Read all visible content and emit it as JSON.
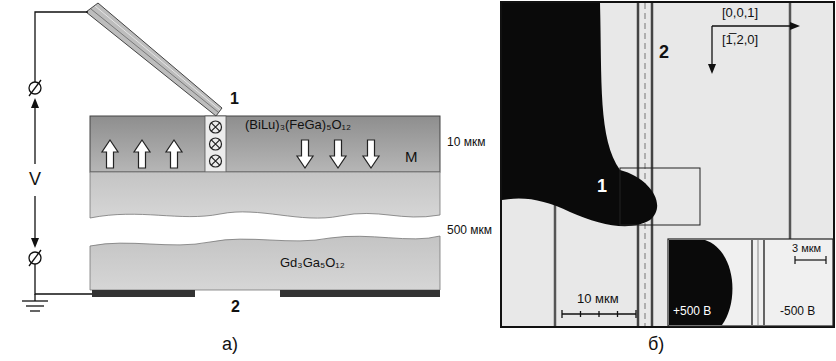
{
  "diagram": {
    "nodes": [
      {
        "text": [
          "(BiLu)₃(FeGa)₅O₁₂",
          "M"
        ]
      },
      {
        "text": [
          "Gd₃Ga₅O₁₂"
        ]
      },
      {
        "text": [
          "3 мкм",
          "+500 В",
          "-500 В"
        ]
      }
    ],
    "labels": [
      "1",
      "V",
      "10 мкм",
      "500 мкм",
      "2",
      "а)",
      "1",
      "2",
      "[0,0,1]",
      "[1̅,2,0]",
      "10 мкм",
      "б)"
    ]
  }
}
